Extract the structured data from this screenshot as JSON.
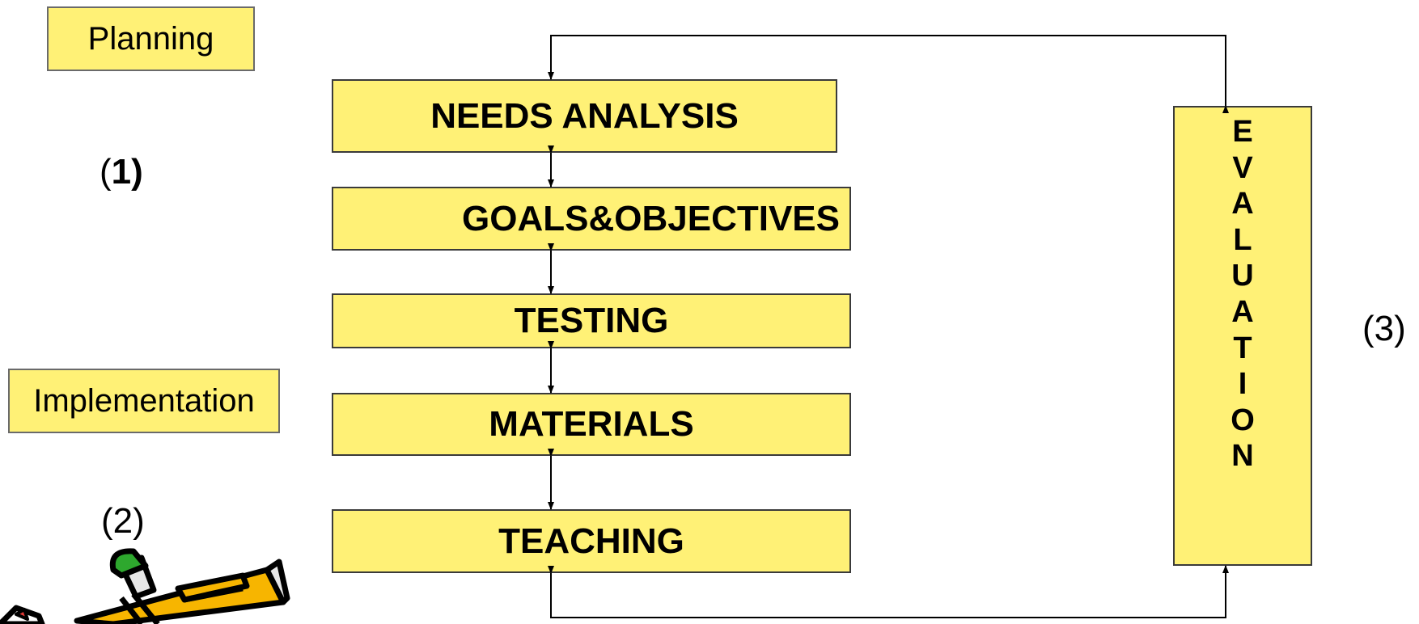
{
  "labels": {
    "planning": "Planning",
    "implementation": "Implementation"
  },
  "markers": {
    "one_open": "(",
    "one_bold": "1)",
    "two": "(2)",
    "three": "(3)"
  },
  "stages": {
    "needs_analysis": "NEEDS ANALYSIS",
    "goals_objectives": "GOALS&OBJECTIVES",
    "testing": "TESTING",
    "materials": "MATERIALS",
    "teaching": "TEACHING"
  },
  "evaluation": {
    "letters": [
      "E",
      "V",
      "A",
      "L",
      "U",
      "A",
      "T",
      "I",
      "O",
      "N"
    ]
  },
  "colors": {
    "box_fill": "#FFF176",
    "box_border": "#3a3a3a",
    "connector": "#000000"
  },
  "icons": {
    "clipart": "pencil-icon"
  }
}
